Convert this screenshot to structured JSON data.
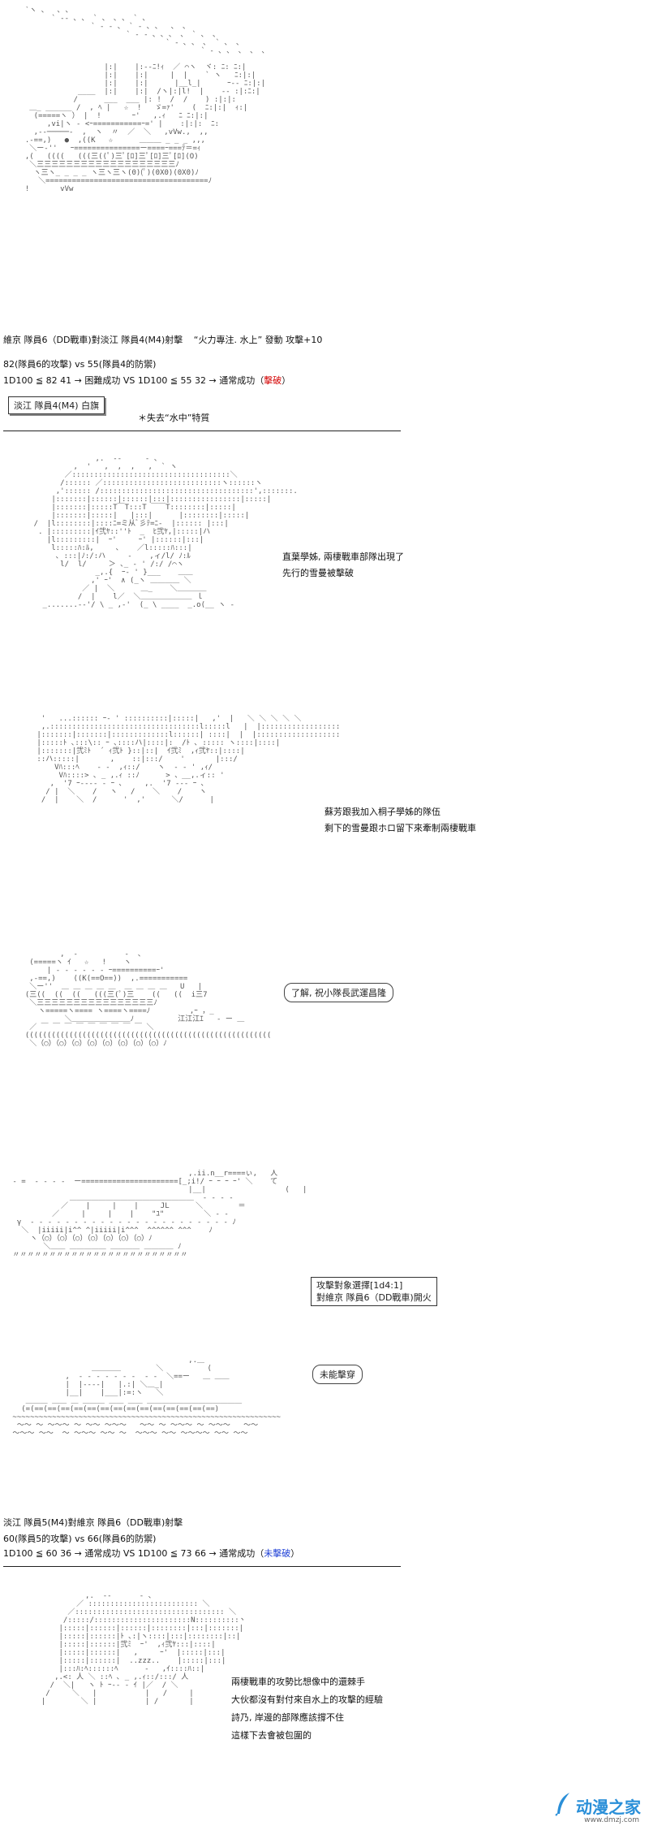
{
  "panel1": {
    "line1_a": "維京 隊員6（DD戰車)對淡江 隊員4(M4)射擊",
    "line1_b": "“火力專注. 水上” 發動 攻擊+10",
    "line2": "82(隊員6的攻擊) vs 55(隊員4的防禦)",
    "line3_a": "1D100 ≦ 82  41 → 困難成功 VS 1D100 ≦ 55  32 → 通常成功（",
    "line3_result": "擊破",
    "line3_b": "）",
    "flag_box": "淡江 隊員4(M4) 白旗",
    "flag_note": "＊失去“水中”特質"
  },
  "panel2": {
    "caption_1": "直葉學姊, 兩棲戰車部隊出現了",
    "caption_2": "先行的雪曼被擊破"
  },
  "panel3": {
    "caption_1": "蘇芳跟我加入桐子學姊的隊伍",
    "caption_2": "剩下的雪曼跟ホロ留下來牽制兩棲戰車"
  },
  "panel4": {
    "bubble": "了解, 祝小隊長武運昌隆"
  },
  "panel5": {
    "frame_1": "攻擊對象選擇[1d4:1]",
    "frame_2": "對維京 隊員6（DD戰車)開火"
  },
  "panel6": {
    "bubble": "未能擊穿"
  },
  "panel7": {
    "line1": "淡江 隊員5(M4)對維京 隊員6（DD戰車)射擊",
    "line2": "60(隊員5的攻擊) vs 66(隊員6的防禦)",
    "line3_a": "1D100 ≦ 60  36 → 通常成功 VS 1D100 ≦ 73  66 → 通常成功（",
    "line3_result": "未擊破",
    "line3_b": "）"
  },
  "panel8": {
    "caption_1": "兩棲戰車的攻勢比想像中的還棘手",
    "caption_2": "大伙都沒有對付來自水上的攻擊的經驗",
    "caption_3": "詩乃, 岸邊的部隊應該撐不住",
    "caption_4": "這樣下去會被包圍的"
  },
  "watermark": {
    "name": "动漫之家",
    "url": "www.dmzj.com"
  },
  "colors": {
    "destroyed": "#d40000",
    "not_destroyed": "#1d3fd6",
    "watermark": "#2a8fd8"
  }
}
